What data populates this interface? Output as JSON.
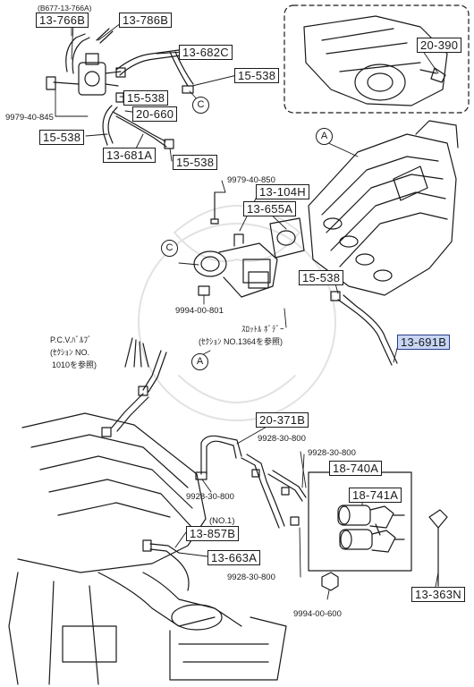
{
  "header_code": "(B677-13-766A)",
  "callouts": {
    "c_13_766B": "13-766B",
    "c_13_786B": "13-786B",
    "c_13_682C": "13-682C",
    "c_15_538_a": "15-538",
    "c_15_538_b": "15-538",
    "c_20_660": "20-660",
    "c_15_538_c": "15-538",
    "c_13_681A": "13-681A",
    "c_15_538_d": "15-538",
    "c_20_390": "20-390",
    "c_13_104H": "13-104H",
    "c_13_655A": "13-655A",
    "c_15_538_e": "15-538",
    "c_13_691B": "13-691B",
    "c_20_371B": "20-371B",
    "c_18_740A": "18-740A",
    "c_18_741A": "18-741A",
    "c_13_857B": "13-857B",
    "c_13_663A": "13-663A",
    "c_13_363N": "13-363N"
  },
  "part_numbers": {
    "p_9979_40_845": "9979-40-845",
    "p_9979_40_850": "9979-40-850",
    "p_9994_00_801": "9994-00-801",
    "p_9928_30_800_a": "9928-30-800",
    "p_9928_30_800_b": "9928-30-800",
    "p_9928_30_800_c": "9928-30-800",
    "p_9928_30_800_d": "9928-30-800",
    "p_9994_00_600": "9994-00-600",
    "no1": "(NO.1)"
  },
  "refs": {
    "c1": "C",
    "c2": "C",
    "a1": "A",
    "a2": "A"
  },
  "notes": {
    "throttle_l1": "ｽﾛｯﾄﾙ ﾎﾞﾃﾞｰ",
    "throttle_l2": "(ｾｸｼｮﾝ NO.1364を参照)",
    "pcv_l1": "P.C.V.ﾊﾞﾙﾌﾞ",
    "pcv_l2": "(ｾｸｼｮﾝ NO.",
    "pcv_l3": "1010を参照)"
  },
  "colors": {
    "ink": "#1a1a1a",
    "highlight": "#c8d6f5",
    "highlight_border": "#2a3f8a"
  }
}
